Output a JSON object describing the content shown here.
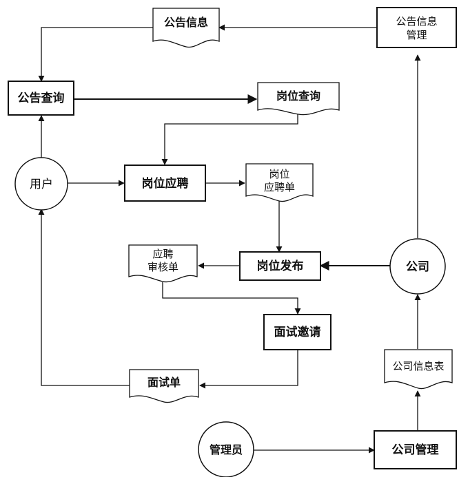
{
  "nodes": {
    "user": {
      "label": "用户"
    },
    "company": {
      "label": "公司"
    },
    "admin": {
      "label": "管理员"
    },
    "notice_query": {
      "label": "公告查询"
    },
    "job_apply": {
      "label": "岗位应聘"
    },
    "job_publish": {
      "label": "岗位发布"
    },
    "interview_invite": {
      "label": "面试邀请"
    },
    "company_manage": {
      "label": "公司管理"
    },
    "notice_info_manage": {
      "line1": "公告信息",
      "line2": "管理"
    },
    "doc_notice_info": {
      "label": "公告信息"
    },
    "doc_job_query": {
      "label": "岗位查询"
    },
    "doc_job_apply_form": {
      "line1": "岗位",
      "line2": "应聘单"
    },
    "doc_apply_review_form": {
      "line1": "应聘",
      "line2": "审核单"
    },
    "doc_interview_form": {
      "label": "面试单"
    },
    "doc_company_info_table": {
      "label": "公司信息表"
    }
  }
}
